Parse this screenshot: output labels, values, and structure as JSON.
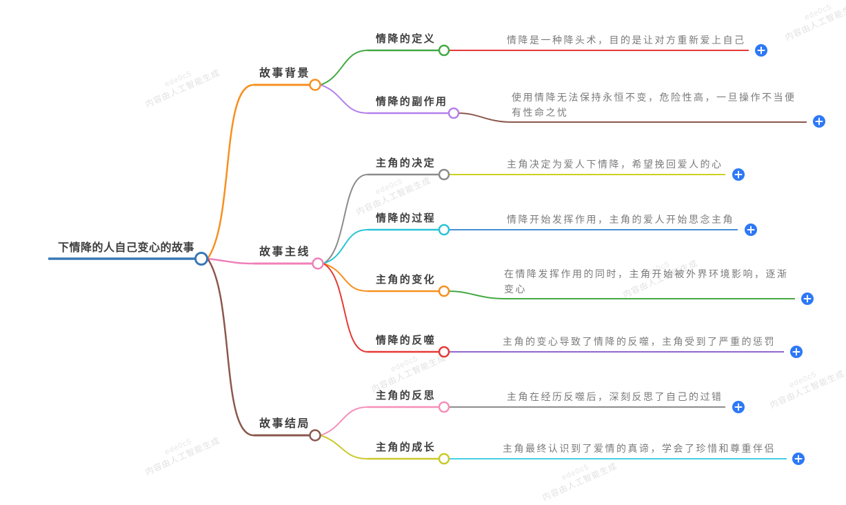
{
  "watermark": {
    "code": "ede0c5",
    "text": "内容由人工智能生成"
  },
  "mindmap": {
    "root": {
      "label": "下情降的人自己变心的故事",
      "color": "#3878b4"
    },
    "add_button": {
      "symbol": "+",
      "color": "#2d78f6"
    },
    "branches": [
      {
        "label": "故事背景",
        "color": "#f78f1e",
        "children": [
          {
            "label": "情降的定义",
            "color": "#43a843",
            "desc": "情降是一种降头术，目的是让对方重新爱上自己",
            "desc_color": "#e53935"
          },
          {
            "label": "情降的副作用",
            "color": "#b37feb",
            "desc": "使用情降无法保持永恒不变，危险性高，一旦操作不当便有性命之忧",
            "desc_color": "#8a574c"
          }
        ]
      },
      {
        "label": "故事主线",
        "color": "#ef7fb8",
        "children": [
          {
            "label": "主角的决定",
            "color": "#8a8a8a",
            "desc": "主角决定为爱人下情降，希望挽回爱人的心",
            "desc_color": "#cdd11f"
          },
          {
            "label": "情降的过程",
            "color": "#29c3d7",
            "desc": "情降开始发挥作用，主角的爱人开始思念主角",
            "desc_color": "#448ed6"
          },
          {
            "label": "主角的变化",
            "color": "#f78f1e",
            "desc": "在情降发挥作用的同时，主角开始被外界环境影响，逐渐变心",
            "desc_color": "#43a843"
          },
          {
            "label": "情降的反噬",
            "color": "#e53935",
            "desc": "主角的变心导致了情降的反噬，主角受到了严重的惩罚",
            "desc_color": "#9066c9"
          }
        ]
      },
      {
        "label": "故事结局",
        "color": "#8a574c",
        "children": [
          {
            "label": "主角的反思",
            "color": "#f48fb9",
            "desc": "主角在经历反噬后，深刻反思了自己的过错",
            "desc_color": "#8c8c8c"
          },
          {
            "label": "主角的成长",
            "color": "#c9c92a",
            "desc": "主角最终认识到了爱情的真谛，学会了珍惜和尊重伴侣",
            "desc_color": "#45d0e6"
          }
        ]
      }
    ]
  }
}
